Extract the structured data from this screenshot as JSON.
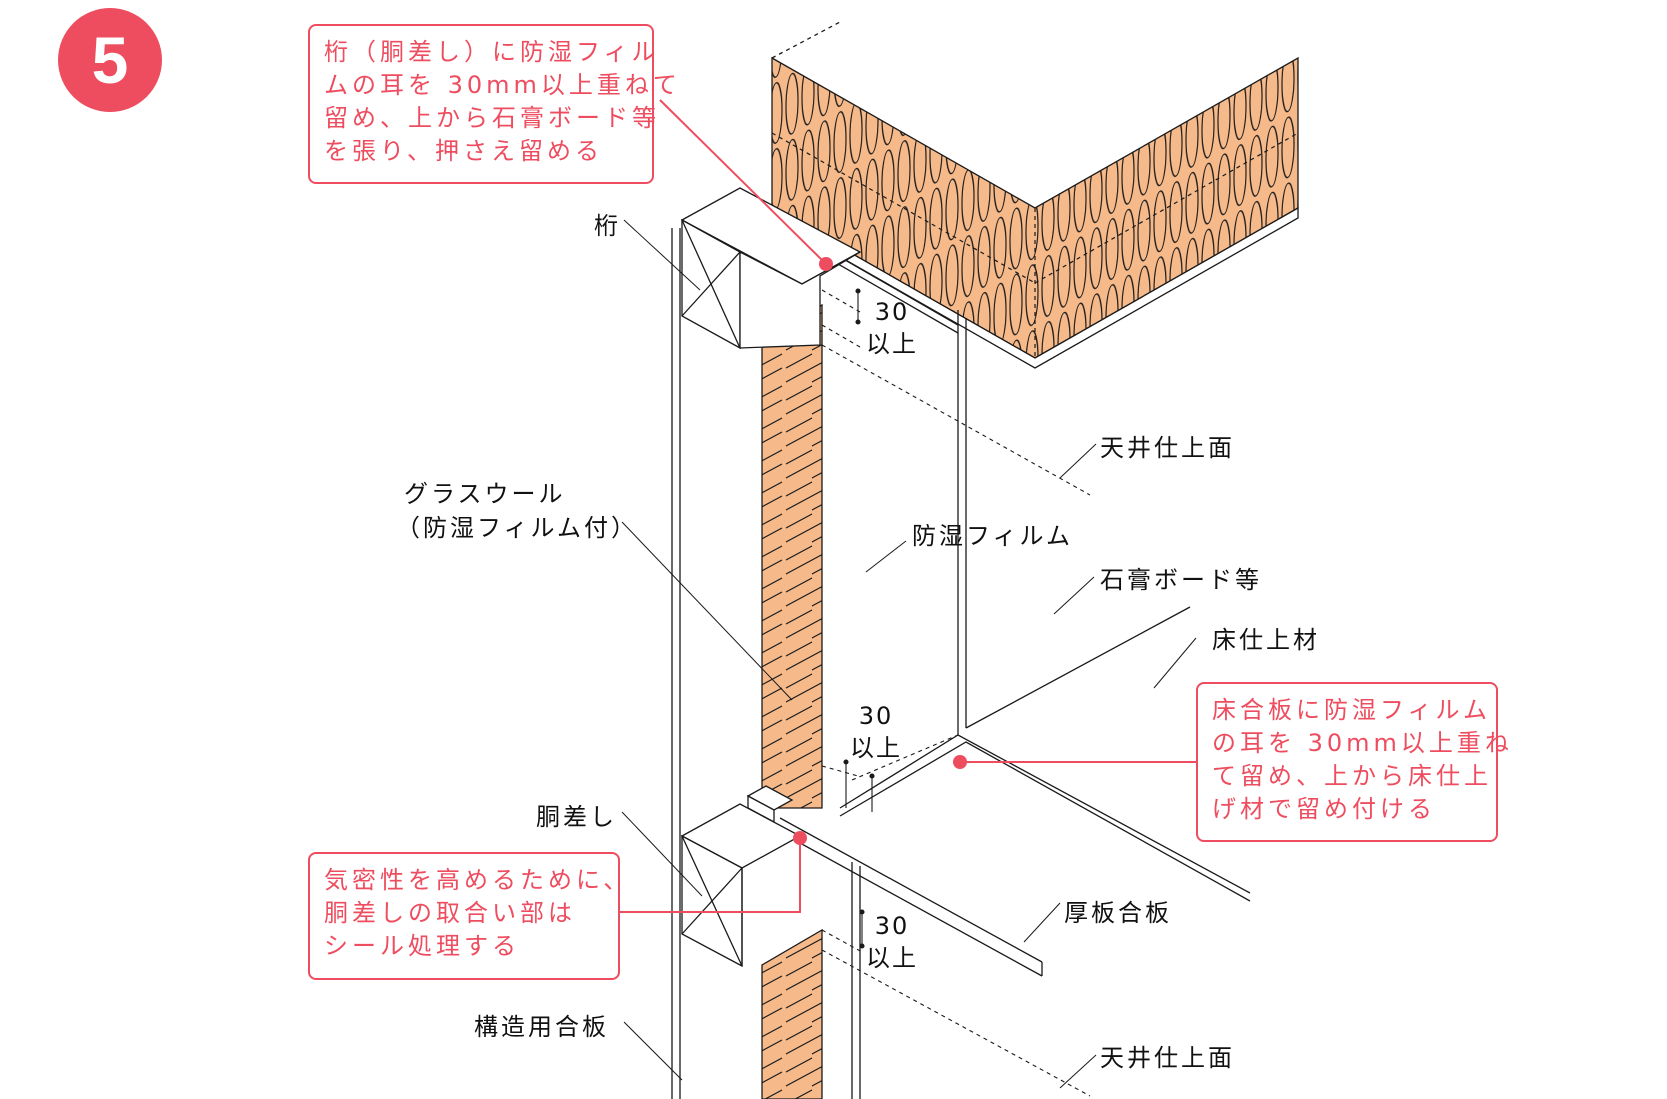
{
  "step_number": "5",
  "labels": {
    "keta": "桁",
    "glass_wool_1": "グラスウール",
    "glass_wool_2": "（防湿フィルム付）",
    "dousashi": "胴差し",
    "kouzou_gouhan": "構造用合板",
    "tenjou_upper": "天井仕上面",
    "tenjou_lower": "天井仕上面",
    "boushitsu_film": "防湿フィルム",
    "sekkou_board": "石膏ボード等",
    "yuka_shiagezai": "床仕上材",
    "atsuita_gouhan": "厚板合板"
  },
  "dimensions": {
    "top": {
      "value": "30",
      "unit": "以上"
    },
    "middle": {
      "value": "30",
      "unit": "以上"
    },
    "bottom": {
      "value": "30",
      "unit": "以上"
    }
  },
  "callouts": {
    "keta_note": [
      "桁（胴差し）に防湿フィル",
      "ムの耳を 30mm以上重ねて",
      "留め、上から石膏ボード等",
      "を張り、押さえ留める"
    ],
    "floor_note": [
      "床合板に防湿フィルム",
      "の耳を 30mm以上重ね",
      "て留め、上から床仕上",
      "げ材で留め付ける"
    ],
    "seal_note": [
      "気密性を高めるために、",
      "胴差しの取合い部は",
      "シール処理する"
    ]
  },
  "colors": {
    "accent": "#ee4d5f",
    "insulation_fill": "#f5b98a",
    "line": "#1a1a1a"
  }
}
